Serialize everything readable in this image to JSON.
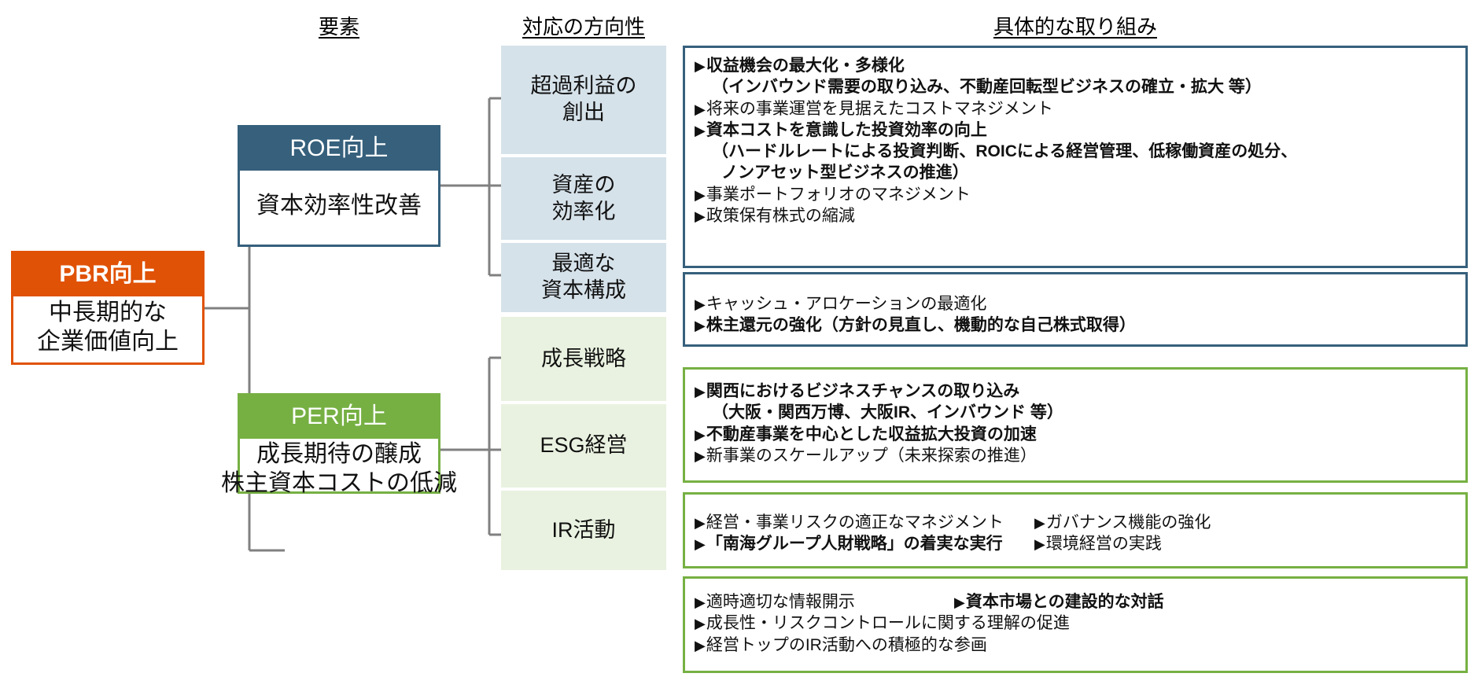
{
  "headers": {
    "elements": "要素",
    "direction": "対応の方向性",
    "initiatives": "具体的な取り組み"
  },
  "colors": {
    "pbr_orange": "#e05206",
    "roe_blue": "#36607c",
    "per_green": "#76b043",
    "blue_fill": "#d6e2ea",
    "green_fill": "#e9f2e0",
    "connector_gray": "#808080"
  },
  "kpi": {
    "pbr": {
      "title": "PBR向上",
      "body_line1": "中長期的な",
      "body_line2": "企業価値向上"
    },
    "roe": {
      "title": "ROE向上",
      "body_line1": "資本効率性改善",
      "body_line2": ""
    },
    "per": {
      "title": "PER向上",
      "body_line1": "成長期待の醸成",
      "body_line2": "株主資本コストの低減"
    }
  },
  "directions": [
    {
      "line1": "超過利益の",
      "line2": "創出"
    },
    {
      "line1": "資産の",
      "line2": "効率化"
    },
    {
      "line1": "最適な",
      "line2": "資本構成"
    },
    {
      "line1": "成長戦略",
      "line2": ""
    },
    {
      "line1": "ESG経営",
      "line2": ""
    },
    {
      "line1": "IR活動",
      "line2": ""
    }
  ],
  "initiatives": {
    "excess_profit": [
      {
        "text": "収益機会の最大化・多様化",
        "bold": true,
        "bullet": true,
        "indent": false
      },
      {
        "text": "（インバウンド需要の取り込み、不動産回転型ビジネスの確立・拡大 等）",
        "bold": true,
        "bullet": false,
        "indent": true
      },
      {
        "text": "将来の事業運営を見据えたコストマネジメント",
        "bold": false,
        "bullet": true,
        "indent": false
      },
      {
        "text": "資本コストを意識した投資効率の向上",
        "bold": true,
        "bullet": true,
        "indent": false
      },
      {
        "text": "（ハードルレートによる投資判断、ROICによる経営管理、低稼働資産の処分、",
        "bold": true,
        "bullet": false,
        "indent": true
      },
      {
        "text": "ノンアセット型ビジネスの推進）",
        "bold": true,
        "bullet": false,
        "indent": true,
        "extra_indent": true
      },
      {
        "text": "事業ポートフォリオのマネジメント",
        "bold": false,
        "bullet": true,
        "indent": false
      },
      {
        "text": "政策保有株式の縮減",
        "bold": false,
        "bullet": true,
        "indent": false
      }
    ],
    "capital_structure": [
      {
        "text": "キャッシュ・アロケーションの最適化",
        "bold": false,
        "bullet": true,
        "indent": false
      },
      {
        "text": "株主還元の強化（方針の見直し、機動的な自己株式取得）",
        "bold": true,
        "bullet": true,
        "indent": false
      }
    ],
    "growth_strategy": [
      {
        "text": "関西におけるビジネスチャンスの取り込み",
        "bold": true,
        "bullet": true,
        "indent": false
      },
      {
        "text": "（大阪・関西万博、大阪IR、インバウンド 等）",
        "bold": true,
        "bullet": false,
        "indent": true
      },
      {
        "text": "不動産事業を中心とした収益拡大投資の加速",
        "bold": true,
        "bullet": true,
        "indent": false
      },
      {
        "text": "新事業のスケールアップ（未来探索の推進）",
        "bold": false,
        "bullet": true,
        "indent": false
      }
    ],
    "esg": [
      {
        "left": "経営・事業リスクの適正なマネジメント",
        "left_bold": false,
        "right": "ガバナンス機能の強化",
        "right_bold": false
      },
      {
        "left": "「南海グループ人財戦略」の着実な実行",
        "left_bold": true,
        "right": "環境経営の実践",
        "right_bold": false
      }
    ],
    "ir": [
      {
        "left": "適時適切な情報開示",
        "left_bold": false,
        "right": "資本市場との建設的な対話",
        "right_bold": true
      },
      {
        "left": "成長性・リスクコントロールに関する理解の促進",
        "left_bold": false,
        "right": "",
        "right_bold": false
      },
      {
        "left": "経営トップのIR活動への積極的な参画",
        "left_bold": false,
        "right": "",
        "right_bold": false
      }
    ]
  },
  "icons": {
    "bullet_triangle": "▶"
  }
}
